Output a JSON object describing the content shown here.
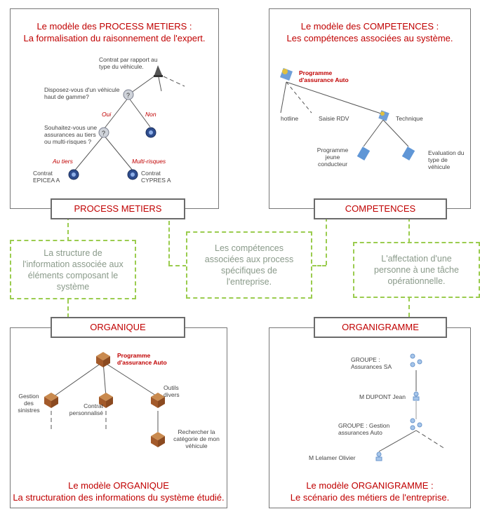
{
  "panels": {
    "process": {
      "title1": "Le modèle des PROCESS METIERS :",
      "title2": "La formalisation du raisonnement de l'expert.",
      "header": "PROCESS METIERS",
      "root": "Contrat par rapport au type du véhicule.",
      "q1": "Disposez-vous d'un véhicule haut de gamme?",
      "oui": "Oui",
      "non": "Non",
      "q2": "Souhaitez-vous une assurances au tiers ou multi-risques ?",
      "au_tiers": "Au tiers",
      "multi": "Multi-risques",
      "leaf1": "Contrat EPICEA A",
      "leaf2": "Contrat CYPRES A"
    },
    "competences": {
      "title1": "Le modèle des COMPETENCES :",
      "title2": "Les compétences associées au système.",
      "header": "COMPETENCES",
      "root": "Programme d'assurance Auto",
      "hotline": "hotline",
      "saisie": "Saisie RDV",
      "technique": "Technique",
      "jeune": "Programme jeune conducteur",
      "evaluation": "Evaluation du type de véhicule"
    },
    "organique": {
      "header": "ORGANIQUE",
      "title1": "Le modèle ORGANIQUE",
      "title2": "La structuration des informations du système étudié.",
      "root": "Programme d'assurance Auto",
      "gestion": "Gestion des sinistres",
      "contrat": "Contrat personnalisé",
      "outils": "Outils divers",
      "rechercher": "Rechercher la catégorie de mon véhicule"
    },
    "organigramme": {
      "header": "ORGANIGRAMME",
      "title1": "Le modèle ORGANIGRAMME :",
      "title2": "Le scénario des métiers de l'entreprise.",
      "groupe1": "GROUPE : Assurances SA",
      "dupont": "M DUPONT Jean",
      "groupe2": "GROUPE : Gestion assurances Auto",
      "lelamer": "M Lelamer Olivier"
    }
  },
  "links": {
    "left": "La structure de l'information associée aux éléments composant le système",
    "center": "Les compétences associées aux process spécifiques de l'entreprise.",
    "right": "L'affectation d'une personne à une tâche opérationnelle."
  },
  "colors": {
    "accent": "#c00000",
    "dashed_green": "#9bcc4f",
    "border": "#6b6b6b"
  }
}
